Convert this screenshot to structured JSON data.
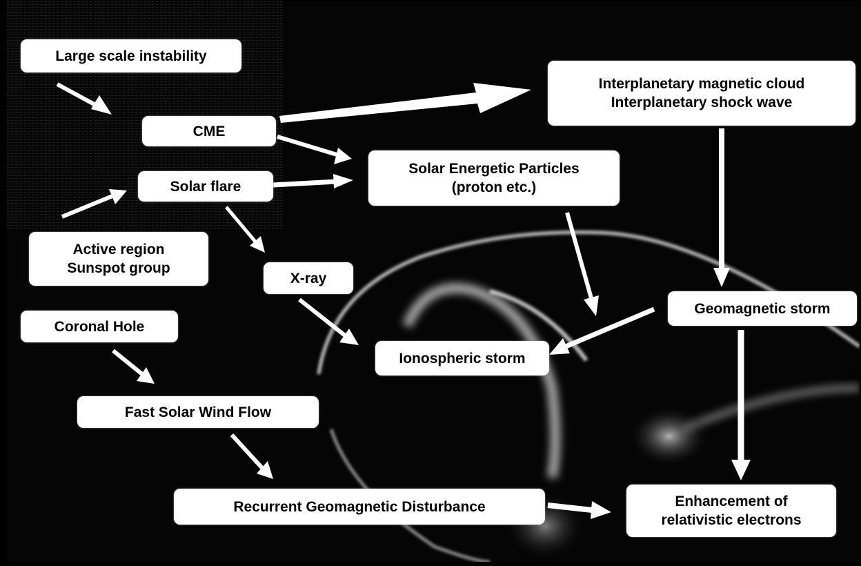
{
  "nodes": {
    "large_scale_instability": "Large scale instability",
    "cme": "CME",
    "solar_flare": "Solar flare",
    "active_region": [
      "Active region",
      "Sunspot group"
    ],
    "x_ray": "X-ray",
    "coronal_hole": "Coronal Hole",
    "fast_solar_wind": "Fast Solar Wind Flow",
    "recurrent_disturbance": "Recurrent Geomagnetic Disturbance",
    "interplanetary": [
      "Interplanetary magnetic cloud",
      "Interplanetary shock wave"
    ],
    "solar_energetic_particles": [
      "Solar Energetic Particles",
      "(proton etc.)"
    ],
    "ionospheric_storm": "Ionospheric storm",
    "geomagnetic_storm": "Geomagnetic storm",
    "relativistic_electrons": [
      "Enhancement of",
      "relativistic electrons"
    ]
  },
  "edges": [
    {
      "from": "large_scale_instability",
      "to": "cme"
    },
    {
      "from": "active_region",
      "to": "solar_flare"
    },
    {
      "from": "cme",
      "to": "interplanetary"
    },
    {
      "from": "cme",
      "to": "solar_energetic_particles"
    },
    {
      "from": "solar_flare",
      "to": "solar_energetic_particles"
    },
    {
      "from": "solar_flare",
      "to": "x_ray"
    },
    {
      "from": "x_ray",
      "to": "ionospheric_storm"
    },
    {
      "from": "solar_energetic_particles",
      "to": "ionospheric_storm"
    },
    {
      "from": "interplanetary",
      "to": "geomagnetic_storm"
    },
    {
      "from": "geomagnetic_storm",
      "to": "ionospheric_storm"
    },
    {
      "from": "geomagnetic_storm",
      "to": "relativistic_electrons"
    },
    {
      "from": "coronal_hole",
      "to": "fast_solar_wind"
    },
    {
      "from": "fast_solar_wind",
      "to": "recurrent_disturbance"
    },
    {
      "from": "recurrent_disturbance",
      "to": "relativistic_electrons"
    }
  ],
  "colors": {
    "background": "#050505",
    "box": "#ffffff",
    "arrow": "#ffffff",
    "text": "#000000"
  }
}
